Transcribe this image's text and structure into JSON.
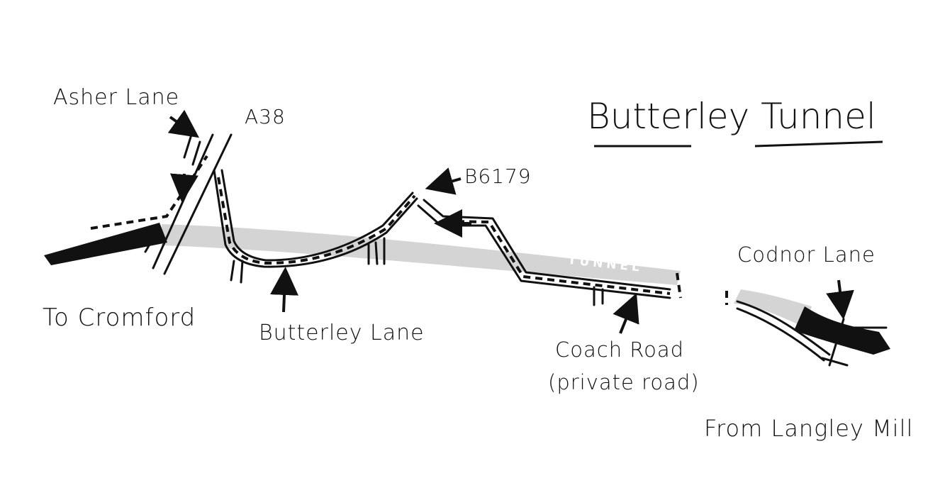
{
  "map": {
    "title": "Butterley Tunnel",
    "labels": {
      "asher_lane": "Asher Lane",
      "a38": "A38",
      "b6179": "B6179",
      "to_cromford": "To Cromford",
      "butterley_lane": "Butterley Lane",
      "coach_road": "Coach Road",
      "private_road": "(private road)",
      "codnor_lane": "Codnor Lane",
      "from_langley_mill": "From Langley Mill",
      "tunnel": "TUNNEL"
    },
    "colors": {
      "ink": "#111111",
      "tunnel": "#d4d4d4",
      "background": "#ffffff"
    }
  }
}
